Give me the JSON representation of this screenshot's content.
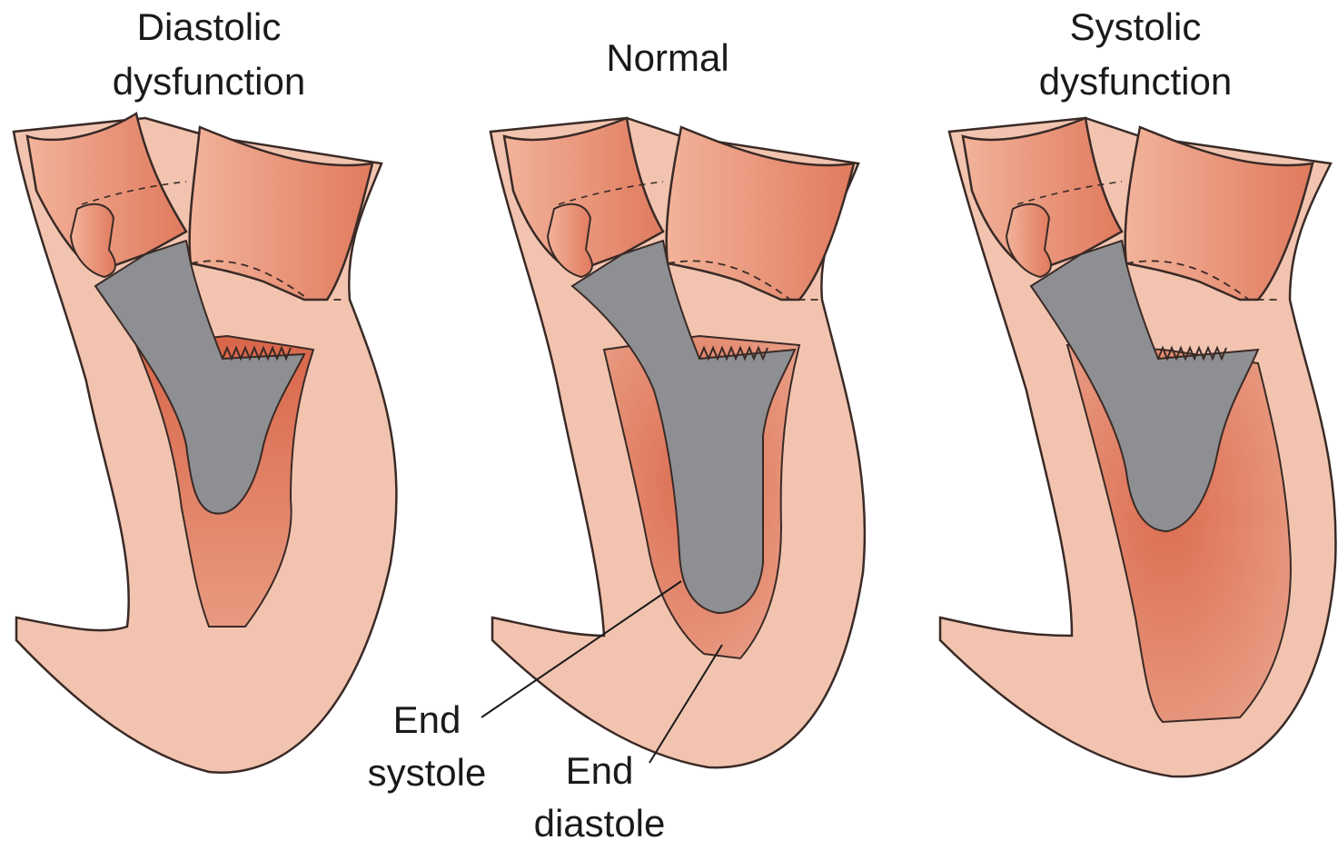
{
  "panels": [
    {
      "id": "diastolic",
      "title": "Diastolic\ndysfunction"
    },
    {
      "id": "normal",
      "title": "Normal"
    },
    {
      "id": "systolic",
      "title": "Systolic\ndysfunction"
    }
  ],
  "labels": {
    "end_systole": "End\nsystole",
    "end_diastole": "End\ndiastole"
  },
  "colors": {
    "wall": "#f2c4b0",
    "atrium": "#e9967a",
    "end_diastole_cavity": "#e0775c",
    "end_systole_cavity": "#8e8f92",
    "outline": "#3a2a26"
  }
}
